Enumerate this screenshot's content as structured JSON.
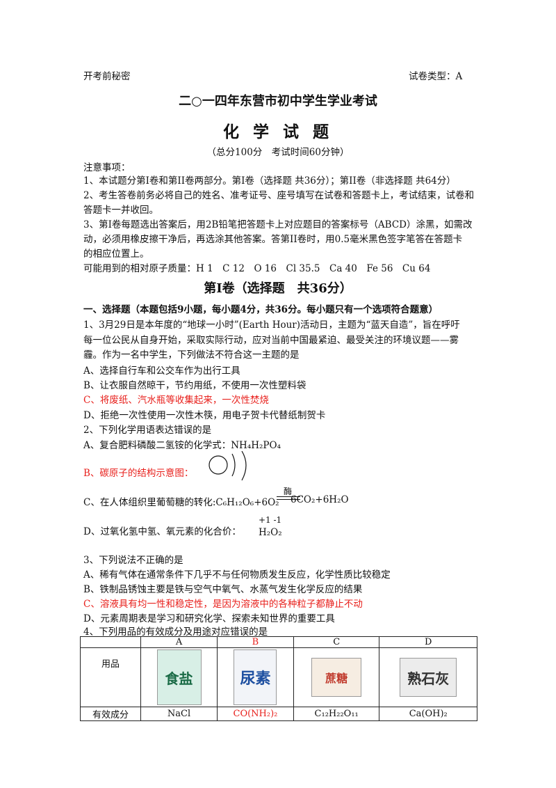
{
  "header": {
    "left": "开考前秘密",
    "right": "试卷类型：A"
  },
  "title": "二○一四年东营市初中学生学业考试",
  "subject": "化 学 试 题",
  "meta": "（总分100分　考试时间60分钟）",
  "notice": {
    "heading": "注意事项：",
    "lines": [
      "1、本试题分第I卷和第II卷两部分。第I卷（选择题 共36分）；第II卷（非选择题 共64分）",
      "2、考生答卷前务必将自己的姓名、准考证号、座号填写在试卷和答题卡上，考试结束，试卷和",
      "答题卡一并收回。",
      "3、第I卷每题选出答案后，用2B铅笔把答题卡上对应题目的答案标号（ABCD）涂黑，如需改",
      "动，必须用橡皮擦干净后，再选涂其他答案。答第II卷时，用0.5毫米黑色签字笔答在答题卡",
      "的相应位置上。"
    ],
    "atomic": "可能用到的相对原子质量：H 1　C 12　O 16　Cl 35.5　Ca 40　Fe 56　Cu 64"
  },
  "part1": "第I卷（选择题　共36分）",
  "section1": "一、选择题（本题包括9小题，每小题4分，共36分。每小题只有一个选项符合题意）",
  "q1": {
    "stem": [
      "1、3月29日是本年度的“地球一小时”(Earth Hour)活动日，主题为“蓝天自造”，旨在呼吁",
      "每一位公民从自身开始，采取实际行动，应对当前中国最紧迫、最受关注的环境议题——雾",
      "霾。作为一名中学生，下列做法不符合这一主题的是"
    ],
    "options": [
      "A、选择自行车和公交车作为出行工具",
      "B、让衣服自然晾干，节约用纸，不使用一次性塑料袋",
      "C、将废纸、汽水瓶等收集起来，一次性焚烧",
      "D、拒绝一次性使用一次性木筷，用电子贺卡代替纸制贺卡"
    ]
  },
  "q2": {
    "stem": "2、下列化学用语表达错误的是",
    "a": "A、复合肥料磷酸二氢铵的化学式：NH₄H₂PO₄",
    "b": "B、碳原子的结构示意图：",
    "c": "C、在人体组织里葡萄糖的转化:C₆H₁₂O₆+6O₂",
    "c_product": "6CO₂+6H₂O",
    "c_cond": "酶",
    "d": "D、过氧化氢中氢、氧元素的化合价：",
    "d_valence": "+1  -1",
    "d_formula": "H₂O₂"
  },
  "q3": {
    "stem": "3、下列说法不正确的是",
    "options": [
      "A、稀有气体在通常条件下几乎不与任何物质发生反应，化学性质比较稳定",
      "B、铁制品锈蚀主要是铁与空气中氧气、水蒸气发生化学反应的结果",
      "C、溶液具有均一性和稳定性，是因为溶液中的各种粒子都静止不动",
      "D、元素周期表是学习和研究化学、探索未知世界的重要工具"
    ]
  },
  "q4": {
    "stem": "4、下列用品的有效成分及用途对应错误的是",
    "row1_label": "用品",
    "row2_label": "有效成分",
    "cols": [
      "A",
      "B",
      "C",
      "D"
    ],
    "pkg_text": [
      "食盐",
      "尿素",
      "蔗糖",
      "熟石灰"
    ],
    "components": [
      "NaCl",
      "CO(NH₂)₂",
      "C₁₂H₂₂O₁₁",
      "Ca(OH)₂"
    ]
  }
}
